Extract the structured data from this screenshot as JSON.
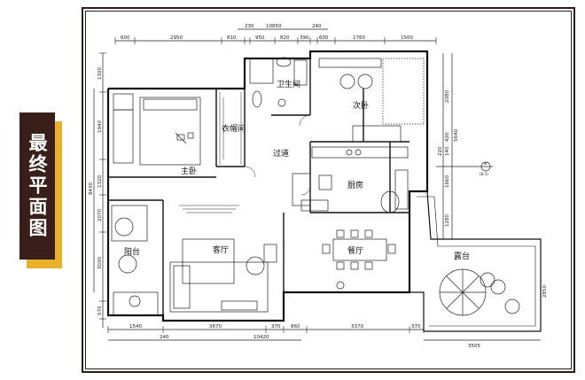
{
  "title": "最终平面图",
  "rooms": {
    "bathroom": "卫生间",
    "second_bedroom": "次卧",
    "closet": "衣帽间",
    "master_bedroom": "主卧",
    "corridor": "过道",
    "kitchen": "厨房",
    "living_room": "客厅",
    "dining_room": "餐厅",
    "balcony": "阳台",
    "terrace": "露台"
  },
  "dims_top": [
    "600",
    "2950",
    "810",
    "230",
    "10850",
    "950",
    "820",
    "390",
    "240",
    "600",
    "1760",
    "1500"
  ],
  "dims_left": [
    "1300",
    "1940",
    "1320",
    "8430",
    "2070",
    "3030",
    "570"
  ],
  "dims_right": [
    "2080",
    "420",
    "140",
    "220",
    "5640",
    "1660",
    "1280"
  ],
  "dims_bottom": [
    "1540",
    "240",
    "3670",
    "10420",
    "370",
    "860",
    "3370",
    "370"
  ],
  "dims_terrace": [
    "2850",
    "3505"
  ],
  "section_marker": "a",
  "section_marker_sub": "(B-1)"
}
